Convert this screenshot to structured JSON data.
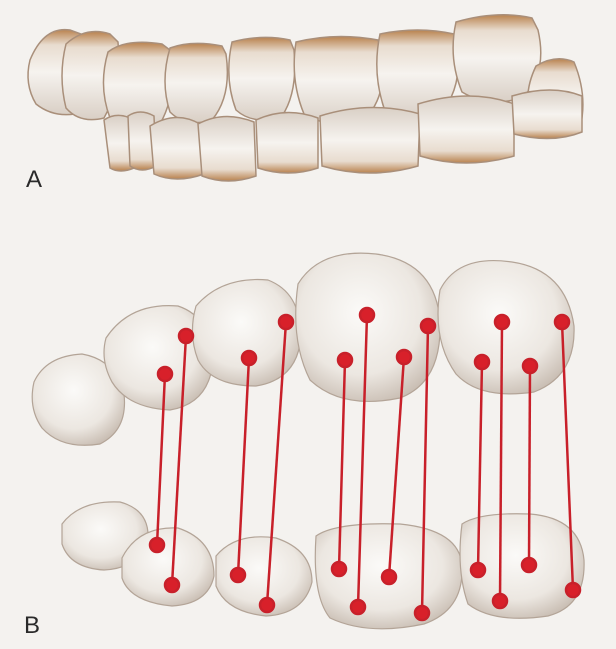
{
  "panels": {
    "a": {
      "label": "A"
    },
    "b": {
      "label": "B"
    }
  },
  "colors": {
    "background": "#f4f2ef",
    "tooth_fill": "#f1ede8",
    "tooth_shade": "#b8ada2",
    "tooth_edge": "#a98f7a",
    "stain": "#b9824e",
    "contact_line": "#c8202a",
    "contact_dot": "#d8202a"
  },
  "legend": [],
  "occlusal_contacts_count": 12
}
